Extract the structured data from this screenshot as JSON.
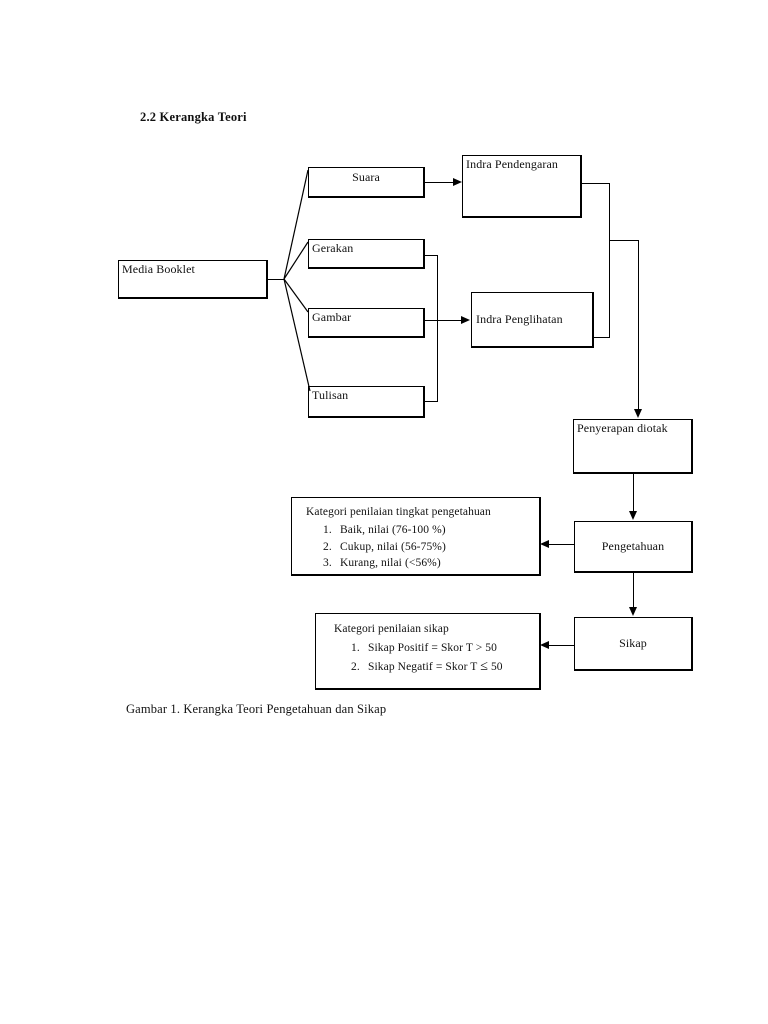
{
  "document": {
    "section_heading": "2.2 Kerangka Teori",
    "figure_caption": "Gambar 1. Kerangka Teori Pengetahuan dan Sikap"
  },
  "diagram": {
    "nodes": {
      "media_booklet": "Media Booklet",
      "suara": "Suara",
      "gerakan": "Gerakan",
      "gambar": "Gambar",
      "tulisan": "Tulisan",
      "indra_pendengaran": "Indra Pendengaran",
      "indra_penglihatan": "Indra Penglihatan",
      "penyerapan": "Penyerapan diotak",
      "pengetahuan": "Pengetahuan",
      "sikap": "Sikap"
    },
    "category_pengetahuan": {
      "title": "Kategori penilaian tingkat pengetahuan",
      "items": [
        {
          "num": "1.",
          "text": "Baik, nilai (76-100 %)"
        },
        {
          "num": "2.",
          "text": "Cukup, nilai (56-75%)"
        },
        {
          "num": "3.",
          "text": "Kurang, nilai (<56%)"
        }
      ]
    },
    "category_sikap": {
      "title": "Kategori penilaian sikap",
      "items": [
        {
          "num": "1.",
          "text": "Sikap Positif = Skor T > 50"
        },
        {
          "num": "2.",
          "text_pre": "Sikap Negatif = Skor T ",
          "symbol": "≤",
          "text_post": " 50"
        }
      ]
    },
    "colors": {
      "line": "#000000",
      "box_fill": "#ffffff",
      "text": "#111111",
      "page_background": "#ffffff"
    }
  }
}
